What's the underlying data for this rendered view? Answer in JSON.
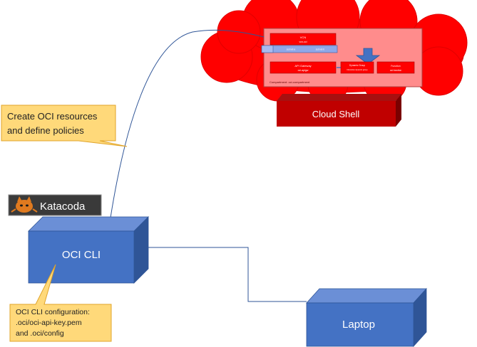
{
  "colors": {
    "cloud_red": "#ff0000",
    "cloud_shell_front": "#c00000",
    "cube_front": "#4472c4",
    "cube_top": "#6b8fd6",
    "cube_side": "#2f5597",
    "callout_fill": "#ffd97a",
    "callout_border": "#e0a42a",
    "connector": "#2f5597",
    "inner_panel": "#ff8c8c"
  },
  "cloud": {
    "vcn_title": "VCN",
    "vcn_sub": "vcn-oci",
    "subnet_a": "subnet-a",
    "subnet_b": "subnet-b",
    "api_gateway_title": "API Gateway",
    "api_gateway_sub": "oci-apigw",
    "dynamic_group_title": "Dynamic Group",
    "dynamic_group_sub": "fnfunction dynamic group",
    "function_title": "Function",
    "function_sub": "oci-function",
    "compartment_label": "Compartment: oci-compartment"
  },
  "cloud_shell": {
    "label": "Cloud Shell"
  },
  "katacoda": {
    "label": "Katacoda",
    "icon": "katacoda-cat-logo"
  },
  "oci_cli": {
    "label": "OCI CLI"
  },
  "laptop": {
    "label": "Laptop"
  },
  "callouts": {
    "top_line1": "Create OCI resources",
    "top_line2": "and define policies",
    "bottom_line1": "OCI CLI configuration:",
    "bottom_line2": ".oci/oci-api-key.pem",
    "bottom_line3": "and .oci/config"
  }
}
